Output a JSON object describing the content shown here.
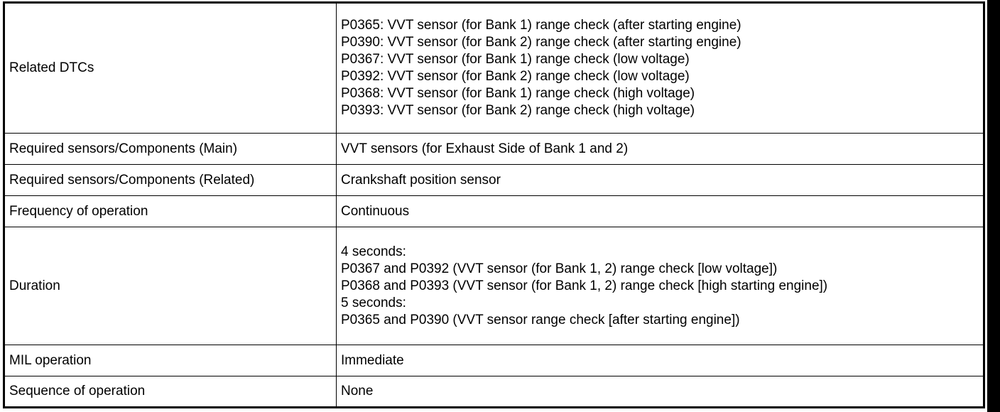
{
  "rows": [
    {
      "label": "Related DTCs",
      "lines": [
        "P0365: VVT sensor (for Bank 1) range check (after starting engine)",
        "P0390: VVT sensor (for Bank 2) range check (after starting engine)",
        "P0367: VVT sensor (for Bank 1) range check (low voltage)",
        "P0392: VVT sensor (for Bank 2) range check (low voltage)",
        "P0368: VVT sensor (for Bank 1) range check (high voltage)",
        "P0393: VVT sensor (for Bank 2) range check (high voltage)"
      ]
    },
    {
      "label": "Required sensors/Components (Main)",
      "lines": [
        "VVT sensors (for Exhaust Side of Bank 1 and 2)"
      ]
    },
    {
      "label": "Required sensors/Components (Related)",
      "lines": [
        "Crankshaft position sensor"
      ]
    },
    {
      "label": "Frequency of operation",
      "lines": [
        "Continuous"
      ]
    },
    {
      "label": "Duration",
      "lines": [
        "4 seconds:",
        "P0367 and P0392 (VVT sensor (for Bank 1, 2) range check [low voltage])",
        "P0368 and P0393 (VVT sensor (for Bank 1, 2) range check [high starting engine])",
        "5 seconds:",
        "P0365 and P0390 (VVT sensor range check [after starting engine])"
      ]
    },
    {
      "label": "MIL operation",
      "lines": [
        "Immediate"
      ]
    },
    {
      "label": "Sequence of operation",
      "lines": [
        "None"
      ]
    }
  ]
}
